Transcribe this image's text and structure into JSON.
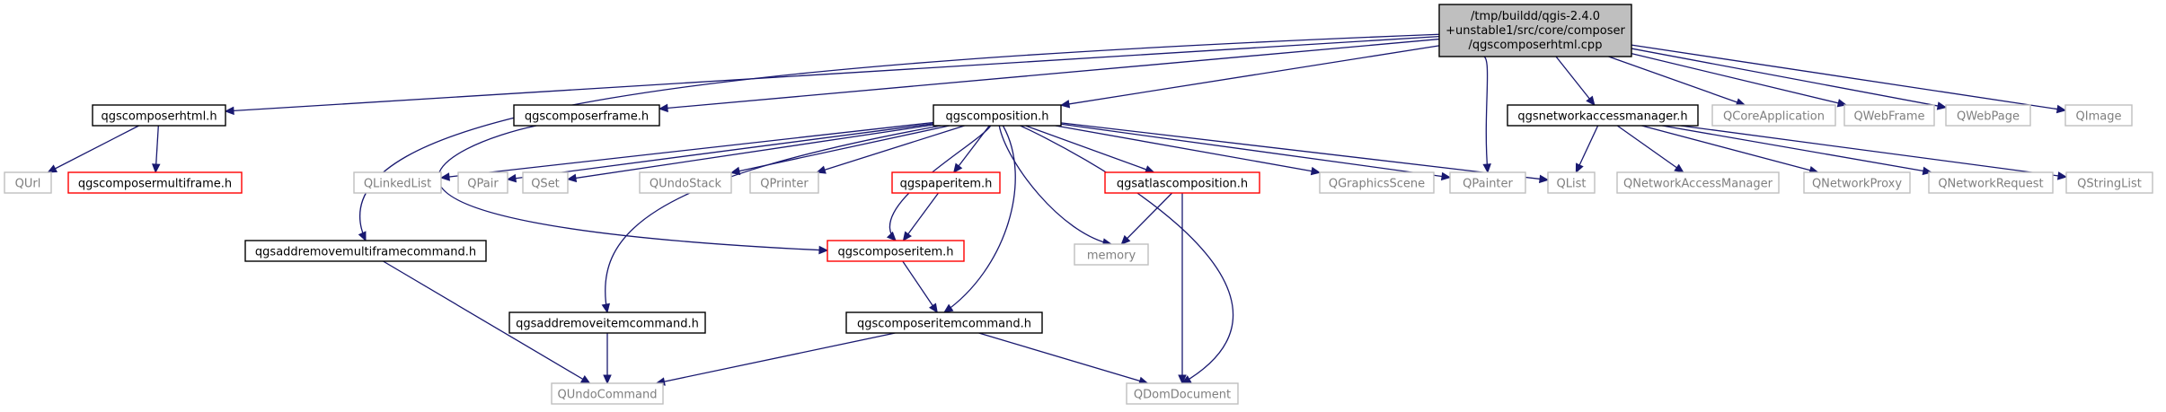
{
  "diagram": {
    "type": "include-dependency-graph",
    "colors": {
      "edge": "#191970",
      "root_fill": "#bfbfbf",
      "border_documented": "#000000",
      "border_undocumented": "#bfbfbf",
      "border_truncated": "#ff0000",
      "text_documented": "#000000",
      "text_undocumented": "#7f7f7f"
    },
    "root": {
      "id": "root",
      "lines": [
        "/tmp/buildd/qgis-2.4.0",
        "+unstable1/src/core/composer",
        "/qgscomposerhtml.cpp"
      ]
    },
    "nodes": [
      {
        "id": "qgscomposerhtml_h",
        "label": "qgscomposerhtml.h",
        "kind": "documented"
      },
      {
        "id": "qgscomposerframe_h",
        "label": "qgscomposerframe.h",
        "kind": "documented"
      },
      {
        "id": "qgscomposition_h",
        "label": "qgscomposition.h",
        "kind": "documented"
      },
      {
        "id": "qgsnetworkaccessmanager_h",
        "label": "qgsnetworkaccessmanager.h",
        "kind": "documented"
      },
      {
        "id": "QCoreApplication",
        "label": "QCoreApplication",
        "kind": "undocumented"
      },
      {
        "id": "QWebFrame",
        "label": "QWebFrame",
        "kind": "undocumented"
      },
      {
        "id": "QWebPage",
        "label": "QWebPage",
        "kind": "undocumented"
      },
      {
        "id": "QImage",
        "label": "QImage",
        "kind": "undocumented"
      },
      {
        "id": "QUrl",
        "label": "QUrl",
        "kind": "undocumented"
      },
      {
        "id": "qgscomposermultiframe_h",
        "label": "qgscomposermultiframe.h",
        "kind": "truncated"
      },
      {
        "id": "QLinkedList",
        "label": "QLinkedList",
        "kind": "undocumented"
      },
      {
        "id": "QPair",
        "label": "QPair",
        "kind": "undocumented"
      },
      {
        "id": "QSet",
        "label": "QSet",
        "kind": "undocumented"
      },
      {
        "id": "QUndoStack",
        "label": "QUndoStack",
        "kind": "undocumented"
      },
      {
        "id": "QPrinter",
        "label": "QPrinter",
        "kind": "undocumented"
      },
      {
        "id": "qgspaperitem_h",
        "label": "qgspaperitem.h",
        "kind": "truncated"
      },
      {
        "id": "qgsatlascomposition_h",
        "label": "qgsatlascomposition.h",
        "kind": "truncated"
      },
      {
        "id": "QGraphicsScene",
        "label": "QGraphicsScene",
        "kind": "undocumented"
      },
      {
        "id": "QPainter",
        "label": "QPainter",
        "kind": "undocumented"
      },
      {
        "id": "QList",
        "label": "QList",
        "kind": "undocumented"
      },
      {
        "id": "QNetworkAccessManager",
        "label": "QNetworkAccessManager",
        "kind": "undocumented"
      },
      {
        "id": "QNetworkProxy",
        "label": "QNetworkProxy",
        "kind": "undocumented"
      },
      {
        "id": "QNetworkRequest",
        "label": "QNetworkRequest",
        "kind": "undocumented"
      },
      {
        "id": "QStringList",
        "label": "QStringList",
        "kind": "undocumented"
      },
      {
        "id": "qgsaddremovemultiframecommand_h",
        "label": "qgsaddremovemultiframecommand.h",
        "kind": "documented"
      },
      {
        "id": "qgscomposeritem_h",
        "label": "qgscomposeritem.h",
        "kind": "truncated"
      },
      {
        "id": "memory",
        "label": "memory",
        "kind": "undocumented"
      },
      {
        "id": "qgsaddremoveitemcommand_h",
        "label": "qgsaddremoveitemcommand.h",
        "kind": "documented"
      },
      {
        "id": "qgscomposeritemcommand_h",
        "label": "qgscomposeritemcommand.h",
        "kind": "documented"
      },
      {
        "id": "QUndoCommand",
        "label": "QUndoCommand",
        "kind": "undocumented"
      },
      {
        "id": "QDomDocument",
        "label": "QDomDocument",
        "kind": "undocumented"
      }
    ],
    "edges": [
      {
        "from": "root",
        "to": "qgscomposerhtml_h"
      },
      {
        "from": "root",
        "to": "qgscomposerframe_h"
      },
      {
        "from": "root",
        "to": "qgscomposition_h"
      },
      {
        "from": "root",
        "to": "qgsaddremovemultiframecommand_h"
      },
      {
        "from": "root",
        "to": "QPainter"
      },
      {
        "from": "root",
        "to": "qgsnetworkaccessmanager_h"
      },
      {
        "from": "root",
        "to": "QCoreApplication"
      },
      {
        "from": "root",
        "to": "QWebFrame"
      },
      {
        "from": "root",
        "to": "QWebPage"
      },
      {
        "from": "root",
        "to": "QImage"
      },
      {
        "from": "qgscomposerhtml_h",
        "to": "QUrl"
      },
      {
        "from": "qgscomposerhtml_h",
        "to": "qgscomposermultiframe_h"
      },
      {
        "from": "qgscomposerframe_h",
        "to": "qgscomposeritem_h"
      },
      {
        "from": "qgscomposition_h",
        "to": "QLinkedList"
      },
      {
        "from": "qgscomposition_h",
        "to": "QPair"
      },
      {
        "from": "qgscomposition_h",
        "to": "QSet"
      },
      {
        "from": "qgscomposition_h",
        "to": "QUndoStack"
      },
      {
        "from": "qgscomposition_h",
        "to": "QPrinter"
      },
      {
        "from": "qgscomposition_h",
        "to": "qgspaperitem_h"
      },
      {
        "from": "qgscomposition_h",
        "to": "qgsatlascomposition_h"
      },
      {
        "from": "qgscomposition_h",
        "to": "QGraphicsScene"
      },
      {
        "from": "qgscomposition_h",
        "to": "QPainter"
      },
      {
        "from": "qgscomposition_h",
        "to": "QList"
      },
      {
        "from": "qgscomposition_h",
        "to": "qgsaddremoveitemcommand_h"
      },
      {
        "from": "qgscomposition_h",
        "to": "qgscomposeritem_h"
      },
      {
        "from": "qgscomposition_h",
        "to": "memory"
      },
      {
        "from": "qgscomposition_h",
        "to": "qgscomposeritemcommand_h"
      },
      {
        "from": "qgscomposition_h",
        "to": "QDomDocument"
      },
      {
        "from": "qgspaperitem_h",
        "to": "qgscomposeritem_h"
      },
      {
        "from": "qgsatlascomposition_h",
        "to": "memory"
      },
      {
        "from": "qgsatlascomposition_h",
        "to": "QDomDocument"
      },
      {
        "from": "qgsnetworkaccessmanager_h",
        "to": "QList"
      },
      {
        "from": "qgsnetworkaccessmanager_h",
        "to": "QNetworkAccessManager"
      },
      {
        "from": "qgsnetworkaccessmanager_h",
        "to": "QNetworkProxy"
      },
      {
        "from": "qgsnetworkaccessmanager_h",
        "to": "QNetworkRequest"
      },
      {
        "from": "qgsnetworkaccessmanager_h",
        "to": "QStringList"
      },
      {
        "from": "qgsaddremovemultiframecommand_h",
        "to": "QUndoCommand"
      },
      {
        "from": "qgscomposeritem_h",
        "to": "qgscomposeritemcommand_h"
      },
      {
        "from": "qgsaddremoveitemcommand_h",
        "to": "QUndoCommand"
      },
      {
        "from": "qgscomposeritemcommand_h",
        "to": "QUndoCommand"
      },
      {
        "from": "qgscomposeritemcommand_h",
        "to": "QDomDocument"
      }
    ]
  }
}
